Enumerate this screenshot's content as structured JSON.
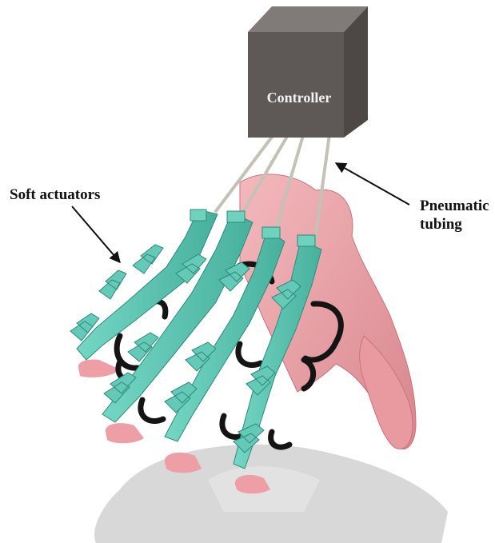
{
  "labels": {
    "controller": "Controller",
    "soft_actuators": "Soft actuators",
    "pneumatic_line1": "Pneumatic",
    "pneumatic_line2": "tubing"
  },
  "colors": {
    "actuator": "#5fc9b5",
    "actuator_shade": "#3c9d8b",
    "hand": "#eba3a7",
    "hand_shade": "#d17d84",
    "controller_front": "#5e5957",
    "controller_top": "#7d7775",
    "strap": "#151515",
    "tubing": "#c4c1b6",
    "shadow": "#d5d5d5"
  }
}
